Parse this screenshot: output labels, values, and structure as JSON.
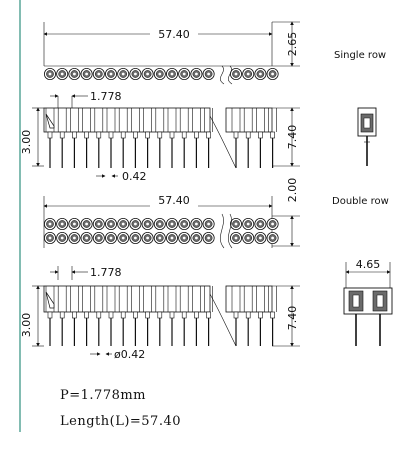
{
  "single": {
    "label": "Single row",
    "length": "57.40",
    "height": "2.65",
    "pitch": "1.778",
    "body_h": "7.40",
    "tail": "3.00",
    "pin_w": "0.42"
  },
  "double": {
    "label": "Double row",
    "length": "57.40",
    "height": "2.00",
    "pitch": "1.778",
    "body_h": "7.40",
    "tail": "3.00",
    "pin_w": "ø0.42",
    "width": "4.65"
  },
  "notes": {
    "pitch": "P=1.778mm",
    "length": "Length(L)=57.40"
  },
  "colors": {
    "ink": "#111111",
    "margin_line": "#2f8f7f",
    "contact_fill": "#6b6b6b"
  }
}
